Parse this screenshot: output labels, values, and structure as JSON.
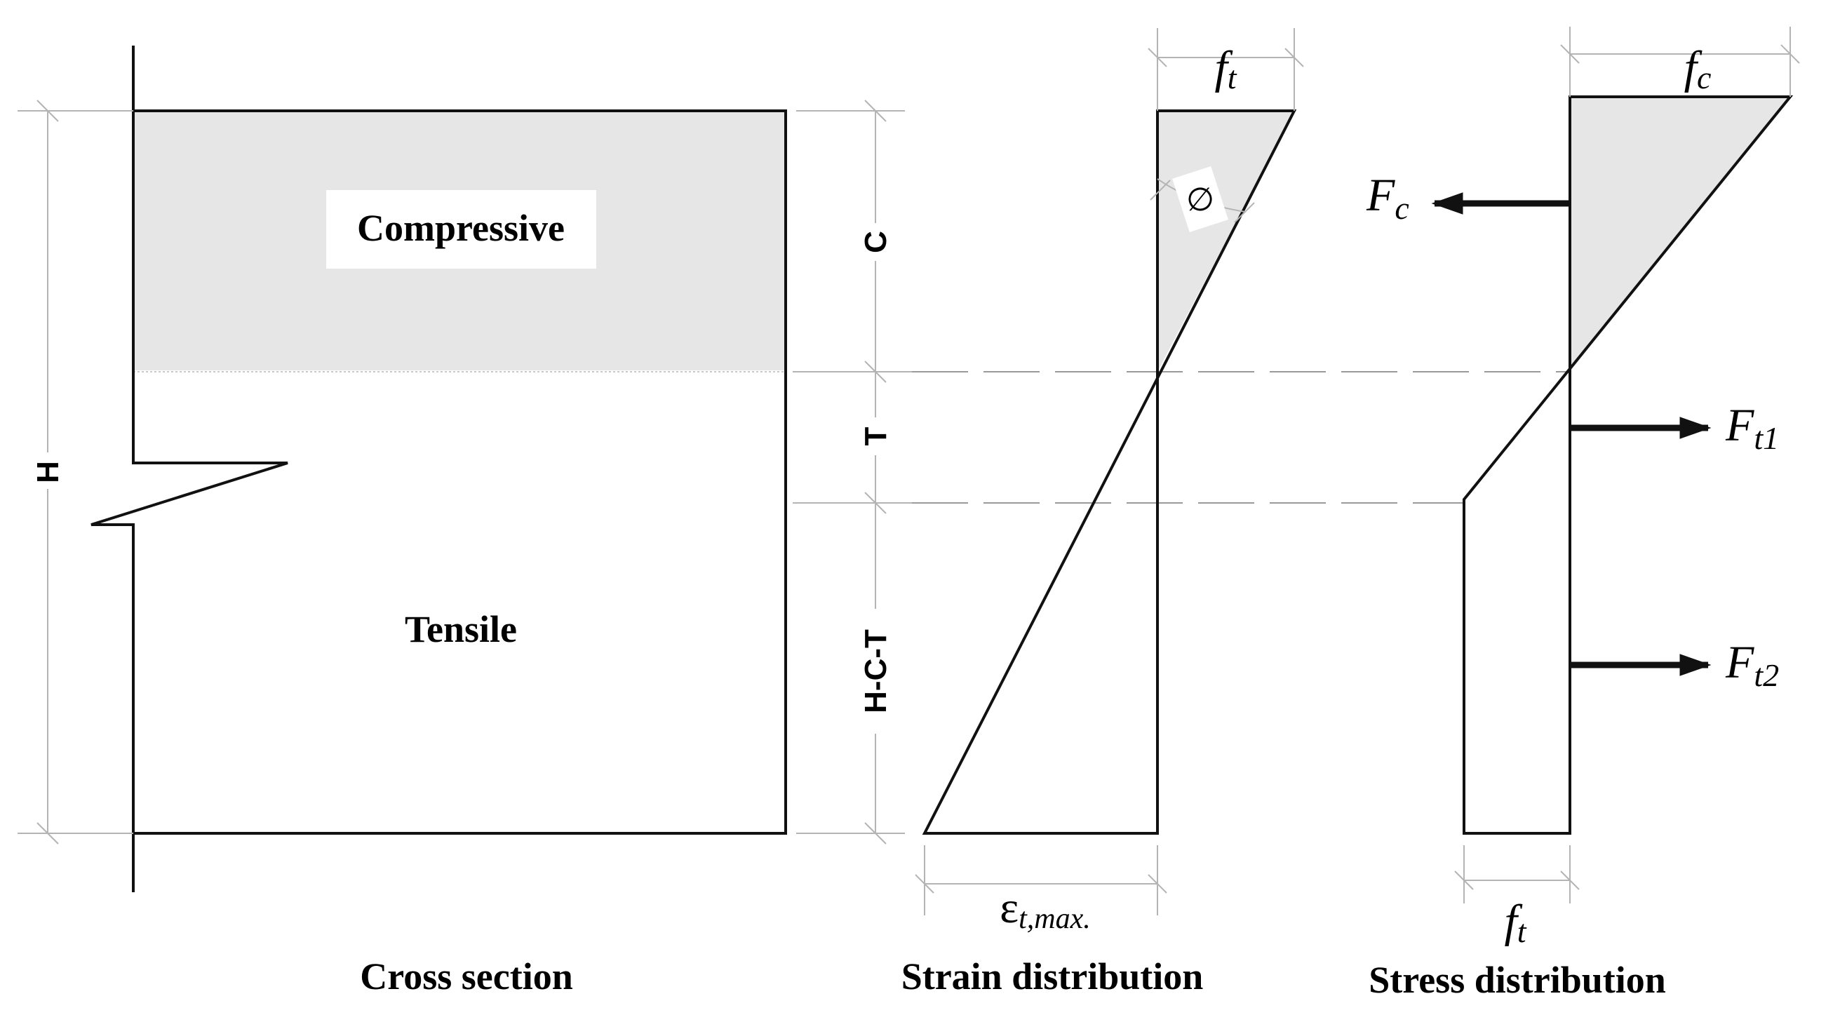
{
  "colors": {
    "stroke": "#111111",
    "dim": "#b4b4b4",
    "compressive_fill": "#e6e6e6",
    "background": "#ffffff"
  },
  "cross_section": {
    "compressive_label": "Compressive",
    "tensile_label": "Tensile",
    "height_label": "H",
    "caption": "Cross section"
  },
  "depth_labels": {
    "c": "C",
    "t": "T",
    "hct": "H-C-T"
  },
  "strain": {
    "top_symbol": "f",
    "top_subscript": "t",
    "angle_symbol": "∅",
    "bottom_symbol": "ε",
    "bottom_subscript": "t,max.",
    "caption": "Strain distribution"
  },
  "stress": {
    "top_symbol": "f",
    "top_subscript": "c",
    "bottom_symbol": "f",
    "bottom_subscript": "t",
    "forces": [
      {
        "symbol": "F",
        "subscript": "c"
      },
      {
        "symbol": "F",
        "subscript": "t1"
      },
      {
        "symbol": "F",
        "subscript": "t2"
      }
    ],
    "caption": "Stress distribution"
  }
}
